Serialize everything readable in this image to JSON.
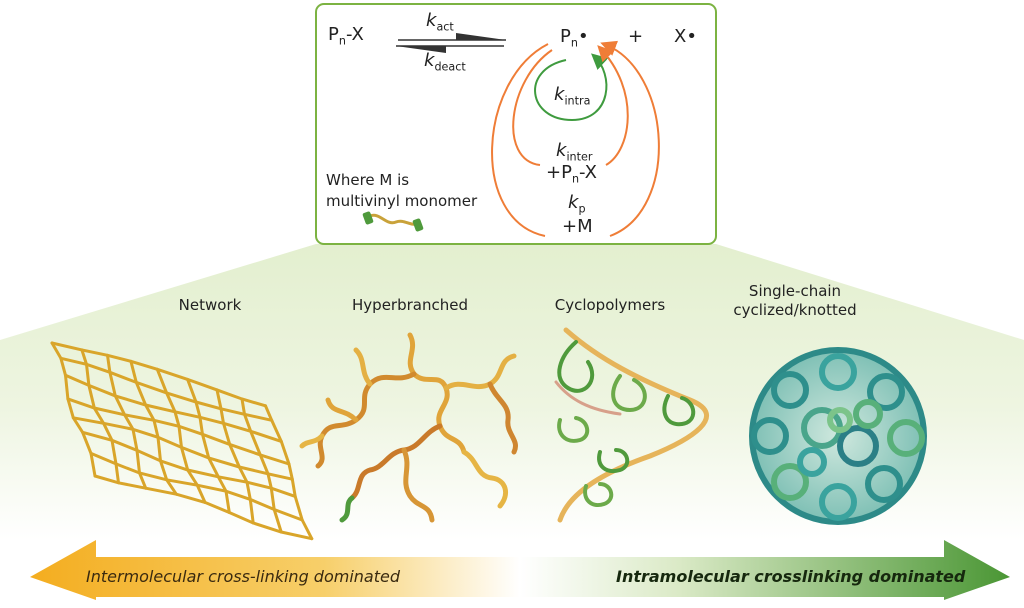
{
  "mechanism": {
    "species_left": "Pn-X",
    "species_radical": "Pn•",
    "plus": "+",
    "species_x": "X•",
    "k_act": {
      "k": "k",
      "sub": "act"
    },
    "k_deact": {
      "k": "k",
      "sub": "deact"
    },
    "k_intra": {
      "k": "k",
      "sub": "intra"
    },
    "k_inter": {
      "k": "k",
      "sub": "inter"
    },
    "inter_reagent": "+Pn-X",
    "k_p": {
      "k": "k",
      "sub": "p"
    },
    "p_reagent": "+M",
    "monomer_note_line1": "Where M is",
    "monomer_note_line2": "multivinyl monomer"
  },
  "categories": [
    {
      "label": "Network"
    },
    {
      "label": "Hyperbranched"
    },
    {
      "label": "Cyclopolymers"
    },
    {
      "label_line1": "Single-chain",
      "label_line2": "cyclized/knotted"
    }
  ],
  "spectrum": {
    "left_label": "Intermolecular cross-linking dominated",
    "right_label": "Intramolecular crosslinking dominated"
  },
  "colors": {
    "box_border": "#7cb342",
    "orange_arrow": "#ef7d37",
    "green_arrow": "#3f9b3f",
    "left_arrow": "#f4b223",
    "right_arrow": "#4f9a3c",
    "network_gold": "#d9a52a",
    "teal_knot": "#3a9c9a"
  }
}
